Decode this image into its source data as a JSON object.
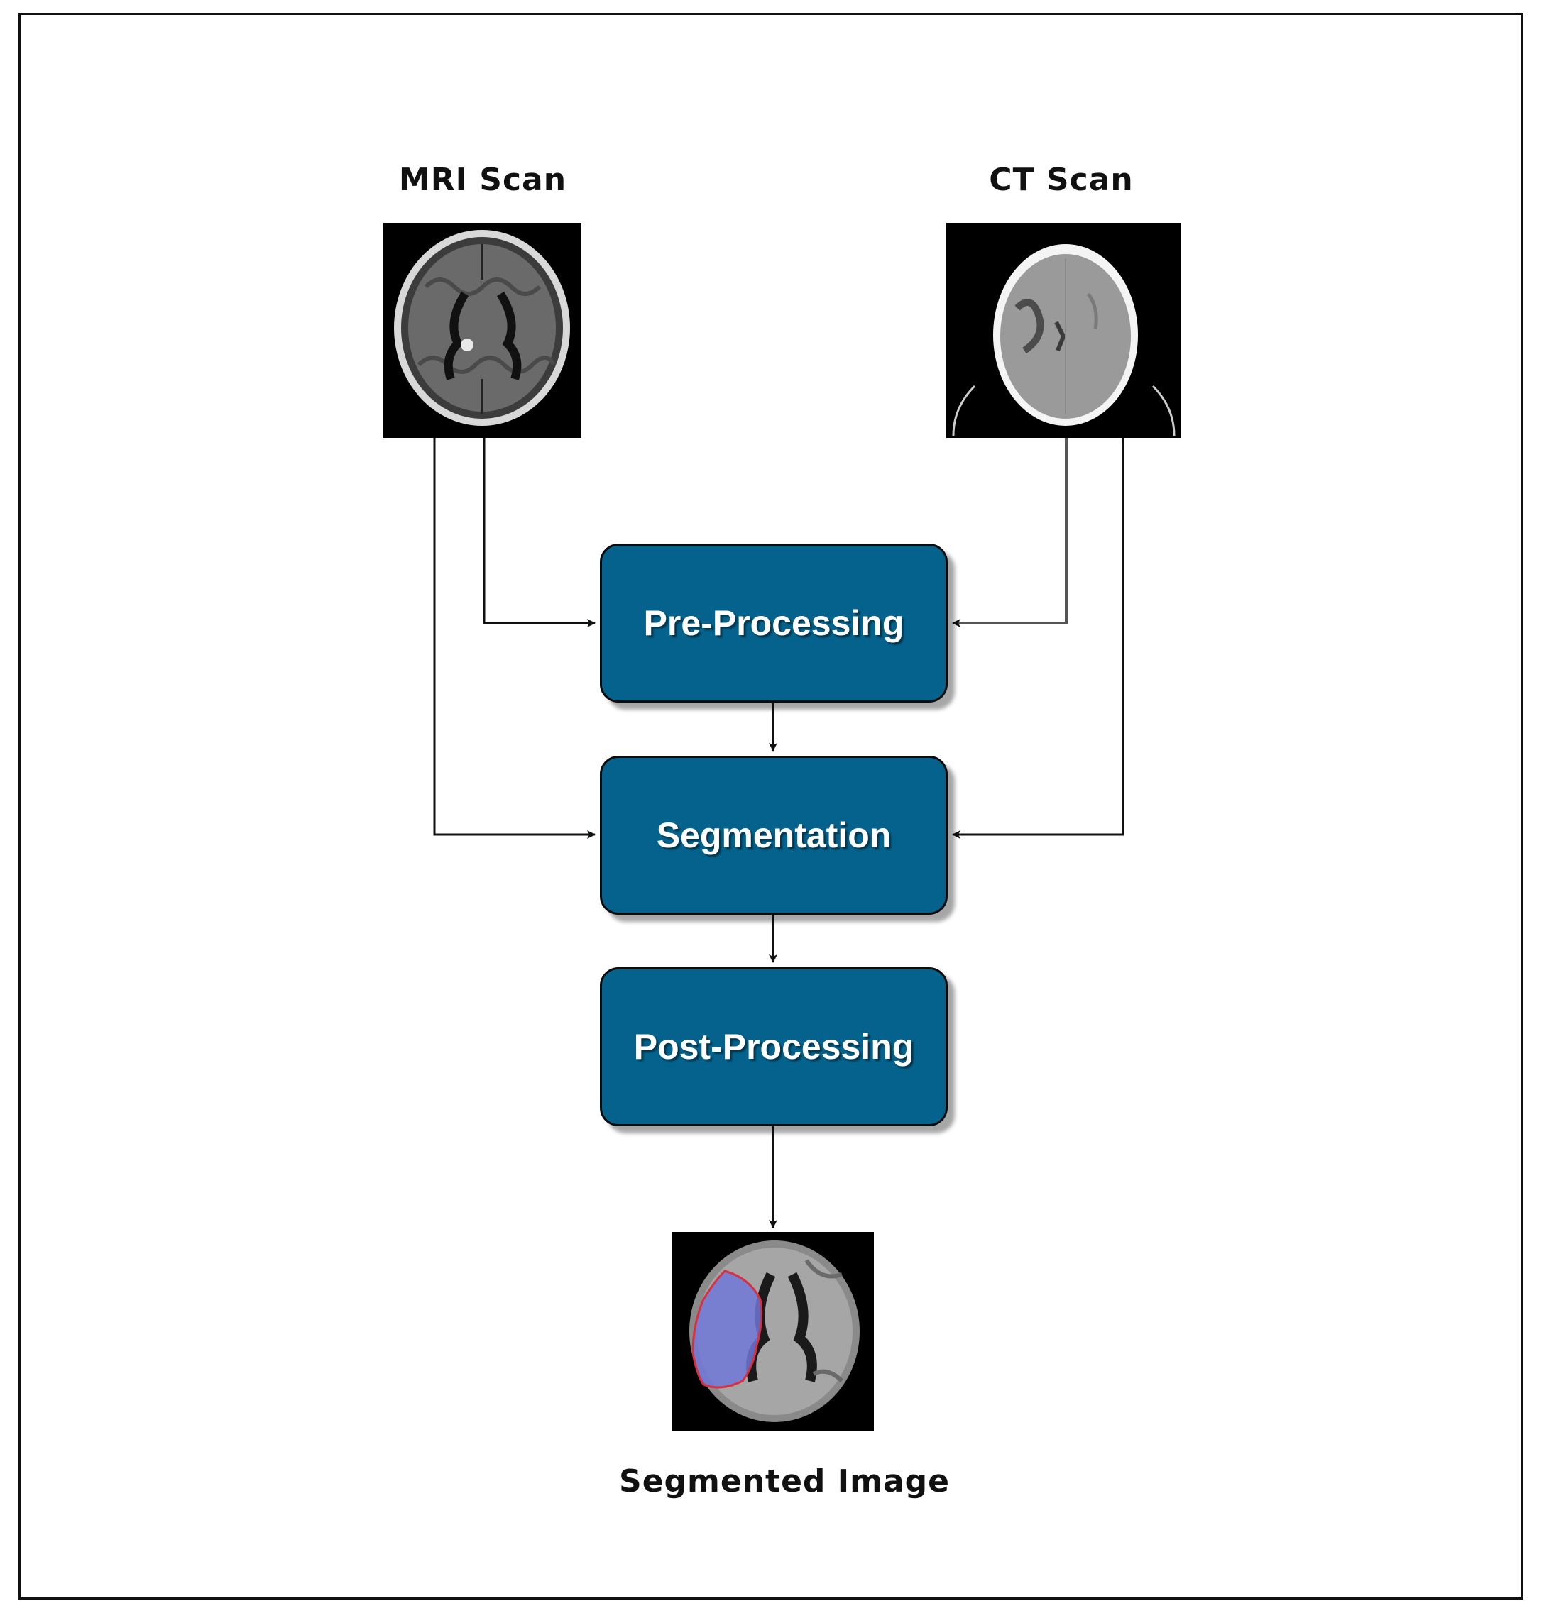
{
  "inputs": {
    "mri": {
      "caption": "MRI Scan"
    },
    "ct": {
      "caption": "CT Scan"
    }
  },
  "steps": [
    {
      "label": "Pre-Processing"
    },
    {
      "label": "Segmentation"
    },
    {
      "label": "Post-Processing"
    }
  ],
  "output": {
    "caption": "Segmented Image"
  },
  "colors": {
    "box_fill": "#04628c",
    "box_border": "#0c0c0c",
    "box_text": "#ffffff",
    "arrow": "#111111",
    "segment_fill": "#7078d8",
    "segment_outline": "#d83040"
  }
}
